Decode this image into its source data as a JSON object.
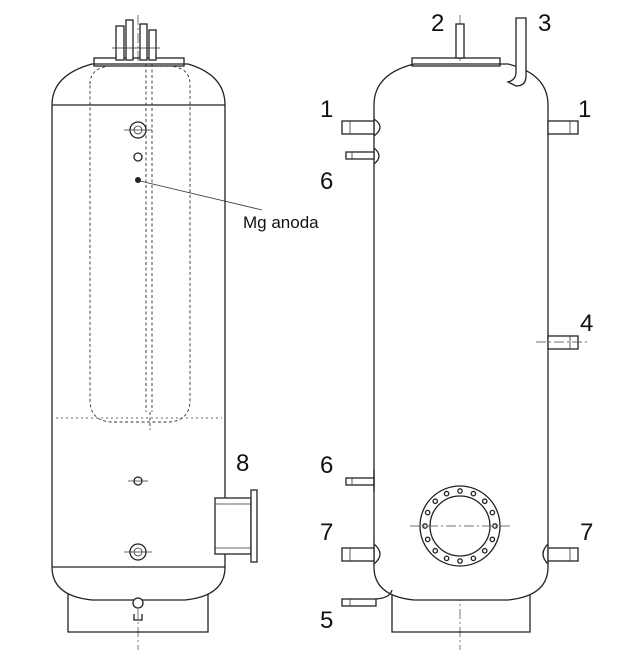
{
  "labels": {
    "mg_anode": "Mg anoda",
    "n1_left": "1",
    "n1_right": "1",
    "n2": "2",
    "n3": "3",
    "n4": "4",
    "n5": "5",
    "n6_upper": "6",
    "n6_lower": "6",
    "n7_left": "7",
    "n7_right": "7",
    "n8": "8"
  },
  "colors": {
    "line": "#222222",
    "background": "#ffffff"
  }
}
